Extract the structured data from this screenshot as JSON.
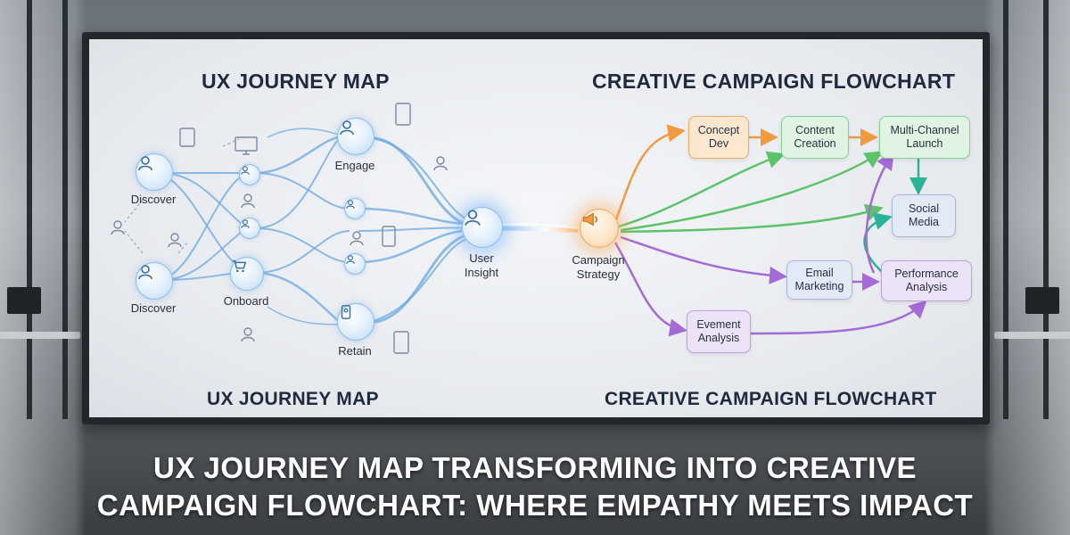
{
  "left_title_top": "UX JOURNEY MAP",
  "right_title_top": "CREATIVE CAMPAIGN FLOWCHART",
  "left_title_bottom": "UX JOURNEY MAP",
  "right_title_bottom": "CREATIVE CAMPAIGN FLOWCHART",
  "journey_nodes": {
    "discover_1": "Discover",
    "discover_2": "Discover",
    "onboard": "Onboard",
    "engage": "Engage",
    "retain": "Retain",
    "user_insight": "User\nInsight",
    "campaign_strategy": "Campaign\nStrategy"
  },
  "flow_boxes": {
    "concept_dev": "Concept\nDev",
    "content_creation": "Content\nCreation",
    "multi_channel_launch": "Multi-Channel\nLaunch",
    "social_media": "Social\nMedia",
    "email_marketing": "Email\nMarketing",
    "performance_analysis": "Performance\nAnalysis",
    "evement_analysis": "Evement\nAnalysis"
  },
  "caption": {
    "line1": "UX JOURNEY MAP TRANSFORMING INTO CREATIVE",
    "line2": "CAMPAIGN FLOWCHART: WHERE EMPATHY MEETS IMPACT"
  },
  "colors": {
    "journey_lines": "#6aa7e0",
    "orange": "#f29a3f",
    "green": "#5cc36a",
    "teal": "#2bb39a",
    "purple": "#a46ad6"
  },
  "icons": [
    "user-icon",
    "tablet-icon",
    "monitor-icon",
    "megaphone-icon",
    "cart-icon"
  ]
}
